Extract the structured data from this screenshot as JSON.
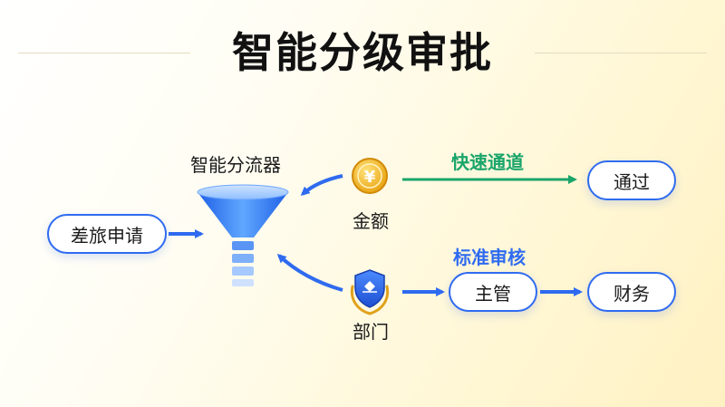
{
  "title": "智能分级审批",
  "funnel_label": "智能分流器",
  "nodes": {
    "travel_request": "差旅申请",
    "pass": "通过",
    "supervisor": "主管",
    "finance": "财务"
  },
  "factors": {
    "amount": "金额",
    "department": "部门"
  },
  "routes": {
    "fast": "快速通道",
    "standard": "标准审核"
  },
  "icons": {
    "coin": "coin-yen-icon",
    "shield": "shield-badge-icon",
    "funnel": "funnel-icon"
  },
  "colors": {
    "blue": "#2f6bf0",
    "green": "#1aa56a",
    "gold": "#f2b21b"
  }
}
